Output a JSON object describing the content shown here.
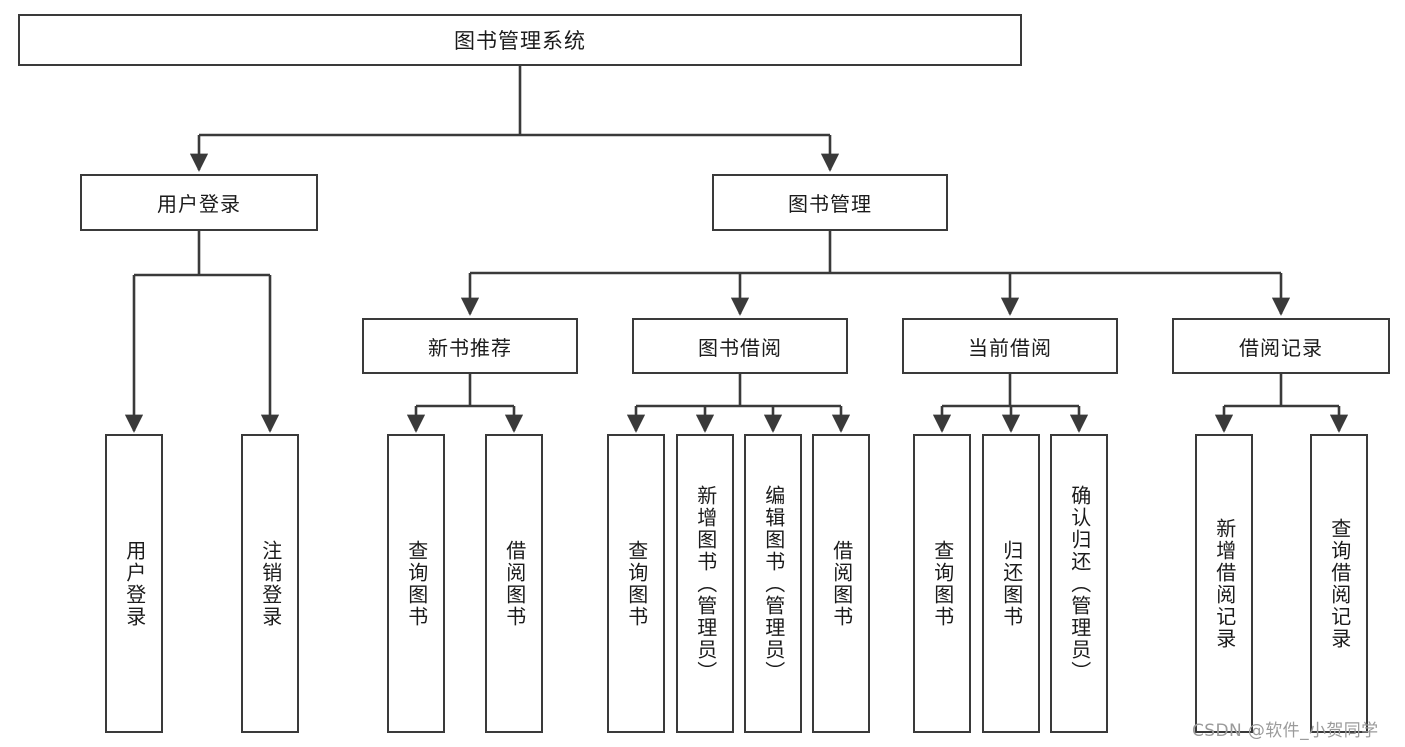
{
  "diagram": {
    "type": "tree-hierarchy",
    "title": "图书管理系统",
    "watermark": "CSDN @软件_小贺同学",
    "colors": {
      "background": "#ffffff",
      "stroke": "#3a3a3a",
      "text": "#1b1b1b",
      "watermark": "#9b9b9b"
    },
    "nodes": {
      "root": {
        "label": "图书管理系统"
      },
      "level1": [
        {
          "id": "user-login",
          "label": "用户登录"
        },
        {
          "id": "book-management",
          "label": "图书管理"
        }
      ],
      "level2": [
        {
          "id": "new-book-recommend",
          "label": "新书推荐"
        },
        {
          "id": "book-borrow",
          "label": "图书借阅"
        },
        {
          "id": "current-borrow",
          "label": "当前借阅"
        },
        {
          "id": "borrow-record",
          "label": "借阅记录"
        }
      ],
      "leaves": {
        "user-login": [
          {
            "id": "leaf-user-login",
            "label": "用户登录"
          },
          {
            "id": "leaf-logout",
            "label": "注销登录"
          }
        ],
        "new-book-recommend": [
          {
            "id": "leaf-query-book-1",
            "label": "查询图书"
          },
          {
            "id": "leaf-borrow-book-1",
            "label": "借阅图书"
          }
        ],
        "book-borrow": [
          {
            "id": "leaf-query-book-2",
            "label": "查询图书"
          },
          {
            "id": "leaf-add-book",
            "label": "新增图书（管理员）"
          },
          {
            "id": "leaf-edit-book",
            "label": "编辑图书（管理员）"
          },
          {
            "id": "leaf-borrow-book-2",
            "label": "借阅图书"
          }
        ],
        "current-borrow": [
          {
            "id": "leaf-query-book-3",
            "label": "查询图书"
          },
          {
            "id": "leaf-return-book",
            "label": "归还图书"
          },
          {
            "id": "leaf-confirm-return",
            "label": "确认归还（管理员）"
          }
        ],
        "borrow-record": [
          {
            "id": "leaf-add-record",
            "label": "新增借阅记录"
          },
          {
            "id": "leaf-query-record",
            "label": "查询借阅记录"
          }
        ]
      }
    }
  }
}
